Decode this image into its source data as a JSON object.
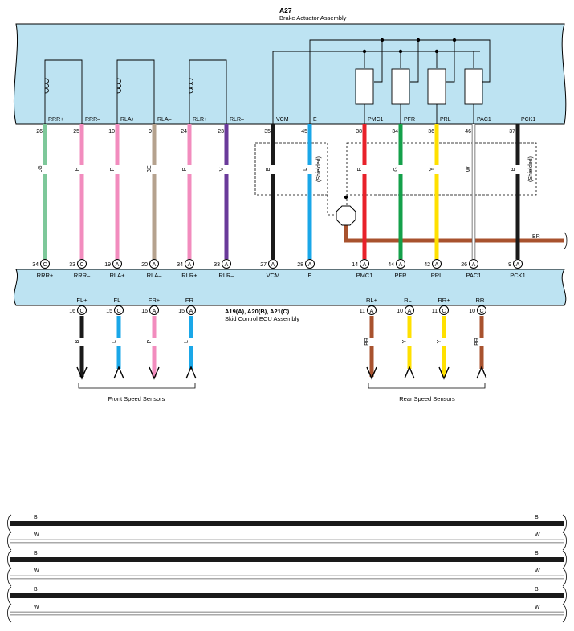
{
  "actuator": {
    "code": "A27",
    "name": "Brake Actuator Assembly"
  },
  "ecu": {
    "code": "A19(A), A20(B), A21(C)",
    "name": "Skid Control ECU Assembly"
  },
  "wires": [
    {
      "top_label": "RRR+",
      "top_pin": "26",
      "color_code": "LG",
      "color": "#7ec89a",
      "bottom_pin": "34",
      "connector": "C",
      "bottom_label": "RRR+"
    },
    {
      "top_label": "RRR–",
      "top_pin": "25",
      "color_code": "P",
      "color": "#f28cbe",
      "bottom_pin": "33",
      "connector": "C",
      "bottom_label": "RRR–"
    },
    {
      "top_label": "RLA+",
      "top_pin": "10",
      "color_code": "P",
      "color": "#f28cbe",
      "bottom_pin": "19",
      "connector": "A",
      "bottom_label": "RLA+"
    },
    {
      "top_label": "RLA–",
      "top_pin": "9",
      "color_code": "BE",
      "color": "#b5a28e",
      "bottom_pin": "20",
      "connector": "A",
      "bottom_label": "RLA–"
    },
    {
      "top_label": "RLR+",
      "top_pin": "24",
      "color_code": "P",
      "color": "#f28cbe",
      "bottom_pin": "34",
      "connector": "A",
      "bottom_label": "RLR+"
    },
    {
      "top_label": "RLR–",
      "top_pin": "23",
      "color_code": "V",
      "color": "#6a3a9a",
      "bottom_pin": "33",
      "connector": "A",
      "bottom_label": "RLR–"
    },
    {
      "top_label": "VCM",
      "top_pin": "35",
      "color_code": "B",
      "color": "#1a1a1a",
      "bottom_pin": "27",
      "connector": "A",
      "bottom_label": "VCM"
    },
    {
      "top_label": "E",
      "top_pin": "45",
      "color_code": "L",
      "color": "#1aa7e8",
      "bottom_pin": "28",
      "connector": "A",
      "bottom_label": "E"
    },
    {
      "top_label": "PMC1",
      "top_pin": "38",
      "color_code": "R",
      "color": "#e8212a",
      "bottom_pin": "14",
      "connector": "A",
      "bottom_label": "PMC1"
    },
    {
      "top_label": "PFR",
      "top_pin": "34",
      "color_code": "G",
      "color": "#14a04a",
      "bottom_pin": "44",
      "connector": "A",
      "bottom_label": "PFR"
    },
    {
      "top_label": "PRL",
      "top_pin": "36",
      "color_code": "Y",
      "color": "#ffe000",
      "bottom_pin": "42",
      "connector": "A",
      "bottom_label": "PRL"
    },
    {
      "top_label": "PAC1",
      "top_pin": "46",
      "color_code": "W",
      "color": "#ffffff",
      "bottom_pin": "26",
      "connector": "A",
      "bottom_label": "PAC1"
    },
    {
      "top_label": "PCK1",
      "top_pin": "37",
      "color_code": "B",
      "color": "#1a1a1a",
      "bottom_pin": "9",
      "connector": "A",
      "bottom_label": "PCK1"
    }
  ],
  "shield_labels": [
    "(Shielded)",
    "(Shielded)"
  ],
  "ground_wire": {
    "color_code": "BR",
    "color": "#a8522e"
  },
  "front_sensors": {
    "group_label": "Front Speed Sensors",
    "wires": [
      {
        "label": "FL+",
        "pin": "16",
        "connector": "C",
        "color_code": "B",
        "color": "#1a1a1a"
      },
      {
        "label": "FL–",
        "pin": "15",
        "connector": "C",
        "color_code": "L",
        "color": "#1aa7e8"
      },
      {
        "label": "FR+",
        "pin": "16",
        "connector": "A",
        "color_code": "P",
        "color": "#f28cbe"
      },
      {
        "label": "FR–",
        "pin": "15",
        "connector": "A",
        "color_code": "L",
        "color": "#1aa7e8"
      }
    ]
  },
  "rear_sensors": {
    "group_label": "Rear Speed Sensors",
    "wires": [
      {
        "label": "RL+",
        "pin": "11",
        "connector": "A",
        "color_code": "BR",
        "color": "#a8522e"
      },
      {
        "label": "RL–",
        "pin": "10",
        "connector": "A",
        "color_code": "Y",
        "color": "#ffe000"
      },
      {
        "label": "RR+",
        "pin": "11",
        "connector": "C",
        "color_code": "Y",
        "color": "#ffe000"
      },
      {
        "label": "RR–",
        "pin": "10",
        "connector": "C",
        "color_code": "BR",
        "color": "#a8522e"
      }
    ]
  },
  "legend": [
    {
      "color_code": "B",
      "color": "#1a1a1a"
    },
    {
      "color_code": "W",
      "color": "#ffffff"
    },
    {
      "color_code": "B",
      "color": "#1a1a1a"
    },
    {
      "color_code": "W",
      "color": "#ffffff"
    },
    {
      "color_code": "B",
      "color": "#1a1a1a"
    },
    {
      "color_code": "W",
      "color": "#ffffff"
    }
  ]
}
